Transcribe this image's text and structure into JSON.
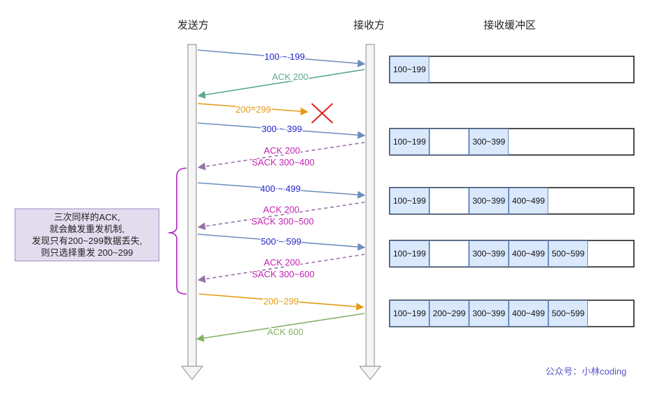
{
  "headers": {
    "sender": "发送方",
    "receiver": "接收方",
    "buffer": "接收缓冲区"
  },
  "messages": [
    {
      "label": "100 ~ 199",
      "color": "#2222cc"
    },
    {
      "label": "ACK 200",
      "color": "#5aa88f"
    },
    {
      "label": "200~299",
      "color": "#e59a12"
    },
    {
      "label": "300 ~ 399",
      "color": "#2222cc"
    },
    {
      "label": [
        "ACK 200",
        "SACK 300~400"
      ],
      "color": "#c41fb2"
    },
    {
      "label": "400 ~ 499",
      "color": "#2222cc"
    },
    {
      "label": [
        "ACK 200",
        "SACK 300~500"
      ],
      "color": "#c41fb2"
    },
    {
      "label": "500 ~ 599",
      "color": "#2222cc"
    },
    {
      "label": [
        "ACK 200",
        "SACK 300~600"
      ],
      "color": "#c41fb2"
    },
    {
      "label": "200~299",
      "color": "#e59a12"
    },
    {
      "label": "ACK 600",
      "color": "#82b366"
    }
  ],
  "buffers": [
    [
      "100~199",
      "",
      "",
      "",
      ""
    ],
    [
      "100~199",
      "",
      "300~399",
      "",
      ""
    ],
    [
      "100~199",
      "",
      "300~399",
      "400~499",
      ""
    ],
    [
      "100~199",
      "",
      "300~399",
      "400~499",
      "500~599"
    ],
    [
      "100~199",
      "200~299",
      "300~399",
      "400~499",
      "500~599"
    ]
  ],
  "note": {
    "lines": [
      "三次同样的ACK,",
      "就会触发重发机制,",
      "发现只有200~299数据丢失,",
      "则只选择重发 200~299"
    ]
  },
  "watermark": "公众号：小林coding",
  "colors": {
    "data_arrow": "#6c8ebf",
    "ack_arrow": "#5aa88f",
    "retrans_arrow": "#e59a12",
    "sack_arrow": "#9673a6",
    "final_ack": "#82b366",
    "lost_mark": "#e02020",
    "brace": "#b020c0",
    "filled_cell": "#dae8fc",
    "cell_border": "#6c8ebf"
  }
}
